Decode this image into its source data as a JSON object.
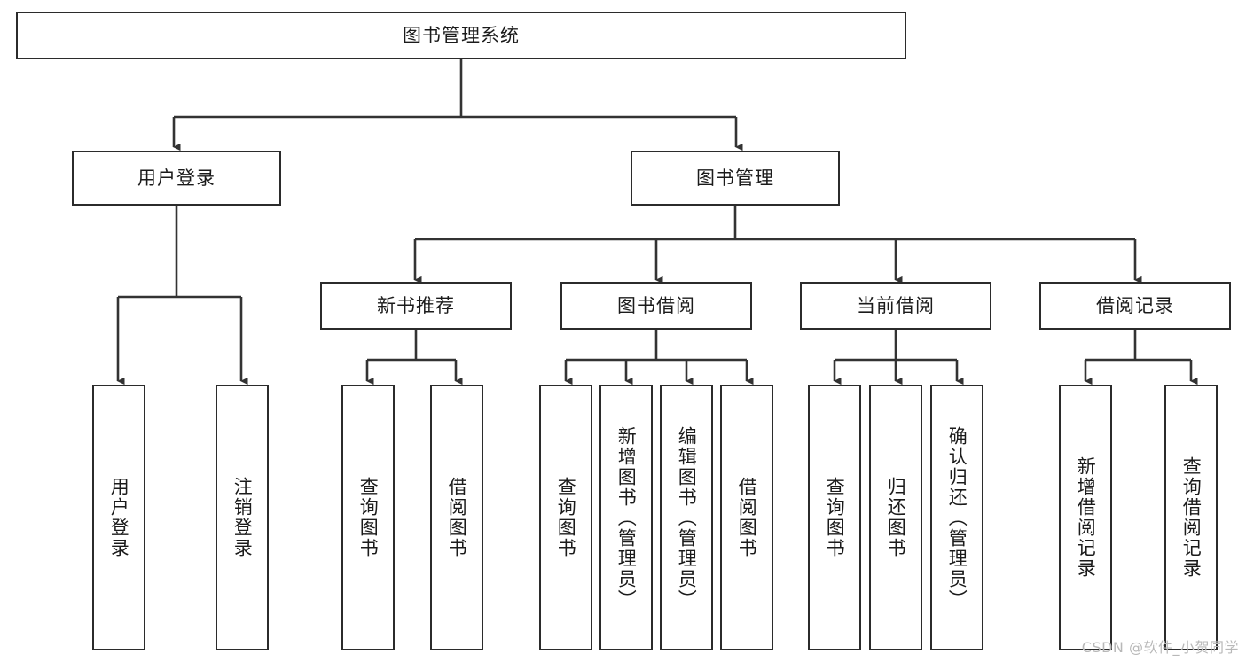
{
  "diagram": {
    "type": "tree",
    "title": "图书管理系统",
    "orientation": "top-down",
    "colors": {
      "node_border": "#2b2b2b",
      "node_fill": "#ffffff",
      "edge": "#333333",
      "text": "#1b1b1b",
      "watermark": "#b8b8b8",
      "background": "#ffffff"
    },
    "root": {
      "label": "图书管理系统"
    },
    "level2": [
      {
        "label": "用户登录"
      },
      {
        "label": "图书管理"
      }
    ],
    "level3": [
      {
        "label": "新书推荐"
      },
      {
        "label": "图书借阅"
      },
      {
        "label": "当前借阅"
      },
      {
        "label": "借阅记录"
      }
    ],
    "leaves": {
      "user_login": [
        {
          "label": "用户登录"
        },
        {
          "label": "注销登录"
        }
      ],
      "new_book_recommend": [
        {
          "label": "查询图书"
        },
        {
          "label": "借阅图书"
        }
      ],
      "book_borrow": [
        {
          "label": "查询图书"
        },
        {
          "label": "新增图书（管理员）"
        },
        {
          "label": "编辑图书（管理员）"
        },
        {
          "label": "借阅图书"
        }
      ],
      "current_borrow": [
        {
          "label": "查询图书"
        },
        {
          "label": "归还图书"
        },
        {
          "label": "确认归还（管理员）"
        }
      ],
      "borrow_record": [
        {
          "label": "新增借阅记录"
        },
        {
          "label": "查询借阅记录"
        }
      ]
    }
  },
  "watermark": {
    "text": "CSDN @软件_小贺同学"
  }
}
